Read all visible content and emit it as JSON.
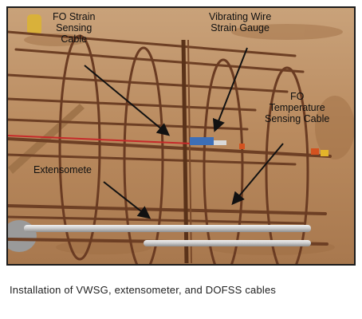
{
  "figure": {
    "labels": {
      "fo_strain": [
        "FO Strain",
        "Sensing",
        "Cable"
      ],
      "vibrating_wire": [
        "Vibrating Wire",
        "Strain Gauge"
      ],
      "fo_temperature": [
        "FO",
        "Temperature",
        "Sensing Cable"
      ],
      "extensometer": "Extensomete"
    },
    "caption": "Installation of VWSG, extensometer, and DOFSS cables"
  },
  "colors": {
    "soil": "#b98a5e",
    "rebar": "#6d3f24",
    "red_cable": "#c62a2a",
    "pipe": "#c9c9c9",
    "border": "#1b1b1b"
  }
}
